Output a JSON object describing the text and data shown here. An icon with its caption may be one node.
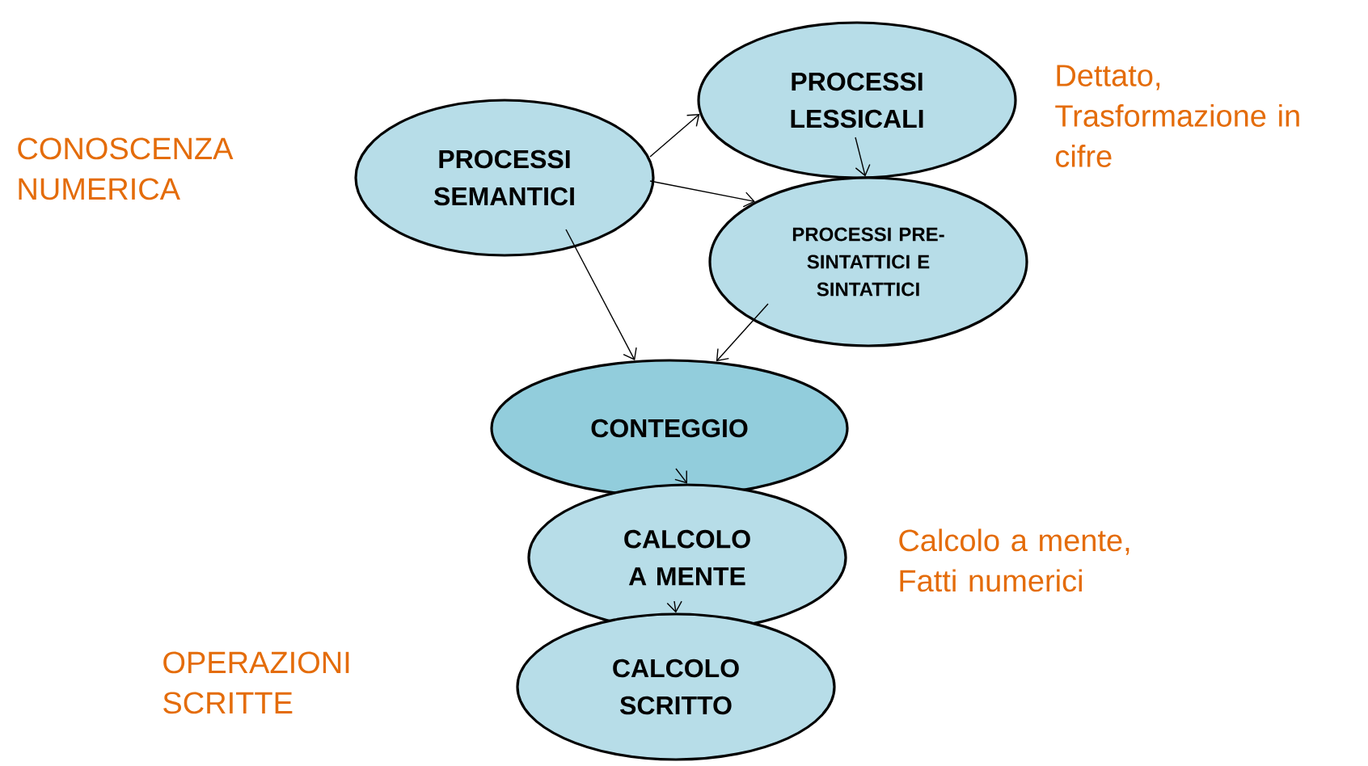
{
  "diagram": {
    "nodes": [
      {
        "text": [
          "PROCESSI SEMANTICI"
        ]
      },
      {
        "text": [
          "PROCESSI LESSICALI"
        ]
      },
      {
        "text": [
          "PROCESSI PRE-SINTATTICI E SINTATTICI"
        ]
      },
      {
        "text": [
          "CONTEGGIO"
        ]
      },
      {
        "text": [
          "CALCOLO A MENTE"
        ]
      },
      {
        "text": [
          "CALCOLO SCRITTO"
        ]
      }
    ],
    "edges": [
      {
        "from": 0,
        "to": 1,
        "arrow": "to"
      },
      {
        "from": 0,
        "to": 2,
        "arrow": "to"
      },
      {
        "from": 0,
        "to": 3,
        "arrow": "to"
      },
      {
        "from": 1,
        "to": 2,
        "arrow": "to"
      },
      {
        "from": 2,
        "to": 3,
        "arrow": "to"
      },
      {
        "from": 3,
        "to": 4,
        "arrow": "to"
      },
      {
        "from": 4,
        "to": 5,
        "arrow": "to"
      }
    ],
    "labels": [
      "CONOSCENZA NUMERICA",
      "Dettato, Trasformazione in cifre",
      "Calcolo a mente, Fatti numerici",
      "OPERAZIONI SCRITTE"
    ]
  }
}
